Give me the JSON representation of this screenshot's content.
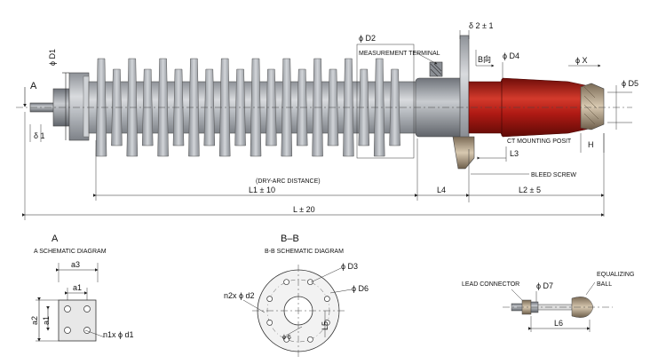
{
  "main_view": {
    "view_marker": "A",
    "dims": {
      "d1": "ϕ D1",
      "d2": "ϕ D2",
      "d4": "ϕ D4",
      "d5": "ϕ D5",
      "x": "ϕ X",
      "delta1": "δ 1",
      "delta2": "δ 2 ± 1",
      "bb_dir": "B向",
      "h": "H",
      "l1": "L1 ± 10",
      "l2": "L2 ± 5",
      "l3": "L3",
      "l4": "L4",
      "l": "L ± 20"
    },
    "labels": {
      "measurement_terminal": "MEASUREMENT TERMINAL",
      "ct_mounting": "CT MOUNTING POSIT",
      "bleed_screw": "BLEED SCREW",
      "dry_arc": "(DRY-ARC DISTANCE)"
    }
  },
  "schematic_a": {
    "title": "A",
    "subtitle": "A SCHEMATIC DIAGRAM",
    "dims": {
      "a3": "a3",
      "a1_h": "a1",
      "a2": "a2",
      "a1_v": "a1",
      "holes": "n1x ϕ d1"
    }
  },
  "schematic_bb": {
    "title": "B–B",
    "subtitle": "B-B SCHEMATIC DIAGRAM",
    "dims": {
      "d3": "ϕ D3",
      "d6": "ϕ D6",
      "holes": "n2x ϕ d2",
      "l5": "L5",
      "d5": "ϕ 5"
    }
  },
  "lead_detail": {
    "lead_connector": "LEAD CONNECTOR",
    "d7": "ϕ D7",
    "equalizing_ball_1": "EQUALIZING",
    "equalizing_ball_2": "BALL",
    "l6": "L6"
  },
  "colors": {
    "insulator_gray": "#a9adb3",
    "ct_red": "#b01a14",
    "background": "#ffffff"
  }
}
